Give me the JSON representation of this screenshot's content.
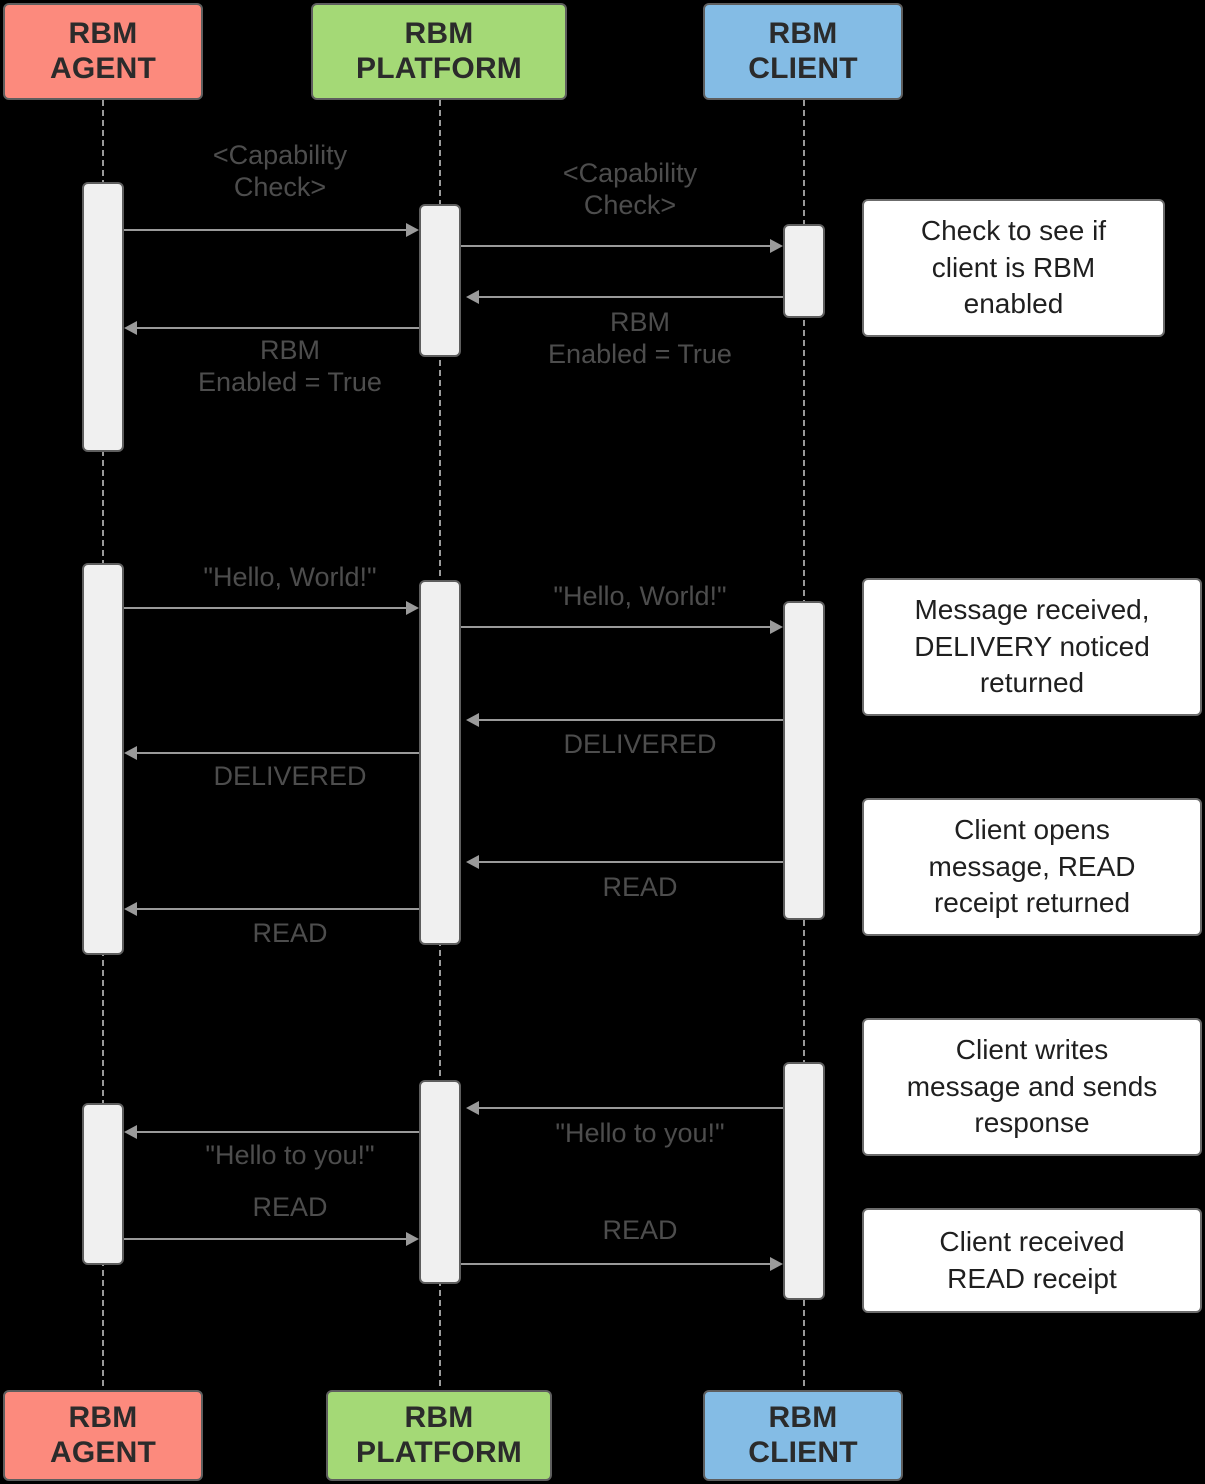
{
  "diagram": {
    "title": "RBM message sequence diagram",
    "type": "sequence-diagram",
    "background": "#000000",
    "colors": {
      "agent": "#fc8a7d",
      "platform": "#a4d976",
      "client": "#84bce5",
      "note_fill": "#ffffff",
      "activation_fill": "#f0f0f0",
      "line": "#9a9a9a",
      "border": "#5e5e5e",
      "label_text": "#4d4d4d"
    }
  },
  "participants": [
    {
      "id": "agent",
      "line1": "RBM",
      "line2": "AGENT",
      "color": "#fc8a7d"
    },
    {
      "id": "platform",
      "line1": "RBM",
      "line2": "PLATFORM",
      "color": "#a4d976"
    },
    {
      "id": "client",
      "line1": "RBM",
      "line2": "CLIENT",
      "color": "#84bce5"
    }
  ],
  "messages": [
    {
      "id": "m1",
      "from": "agent",
      "to": "platform",
      "label": "<Capability\nCheck>",
      "direction": "right"
    },
    {
      "id": "m2",
      "from": "platform",
      "to": "client",
      "label": "<Capability\nCheck>",
      "direction": "right"
    },
    {
      "id": "m3",
      "from": "client",
      "to": "platform",
      "label": "RBM\nEnabled = True",
      "direction": "left"
    },
    {
      "id": "m4",
      "from": "platform",
      "to": "agent",
      "label": "RBM\nEnabled = True",
      "direction": "left"
    },
    {
      "id": "m5",
      "from": "agent",
      "to": "platform",
      "label": "\"Hello, World!\"",
      "direction": "right"
    },
    {
      "id": "m6",
      "from": "platform",
      "to": "client",
      "label": "\"Hello, World!\"",
      "direction": "right"
    },
    {
      "id": "m7",
      "from": "client",
      "to": "platform",
      "label": "DELIVERED",
      "direction": "left"
    },
    {
      "id": "m8",
      "from": "platform",
      "to": "agent",
      "label": "DELIVERED",
      "direction": "left"
    },
    {
      "id": "m9",
      "from": "client",
      "to": "platform",
      "label": "READ",
      "direction": "left"
    },
    {
      "id": "m10",
      "from": "platform",
      "to": "agent",
      "label": "READ",
      "direction": "left"
    },
    {
      "id": "m11",
      "from": "client",
      "to": "platform",
      "label": "\"Hello to you!\"",
      "direction": "left"
    },
    {
      "id": "m12",
      "from": "platform",
      "to": "agent",
      "label": "\"Hello to you!\"",
      "direction": "left"
    },
    {
      "id": "m13",
      "from": "agent",
      "to": "platform",
      "label": "READ",
      "direction": "right"
    },
    {
      "id": "m14",
      "from": "platform",
      "to": "client",
      "label": "READ",
      "direction": "right"
    }
  ],
  "notes": [
    {
      "id": "n1",
      "text": "Check to see if\nclient is RBM\nenabled"
    },
    {
      "id": "n2",
      "text": "Message received,\nDELIVERY noticed\nreturned"
    },
    {
      "id": "n3",
      "text": "Client opens\nmessage, READ\nreceipt returned"
    },
    {
      "id": "n4",
      "text": "Client writes\nmessage and sends\nresponse"
    },
    {
      "id": "n5",
      "text": "Client received\nREAD receipt"
    }
  ]
}
